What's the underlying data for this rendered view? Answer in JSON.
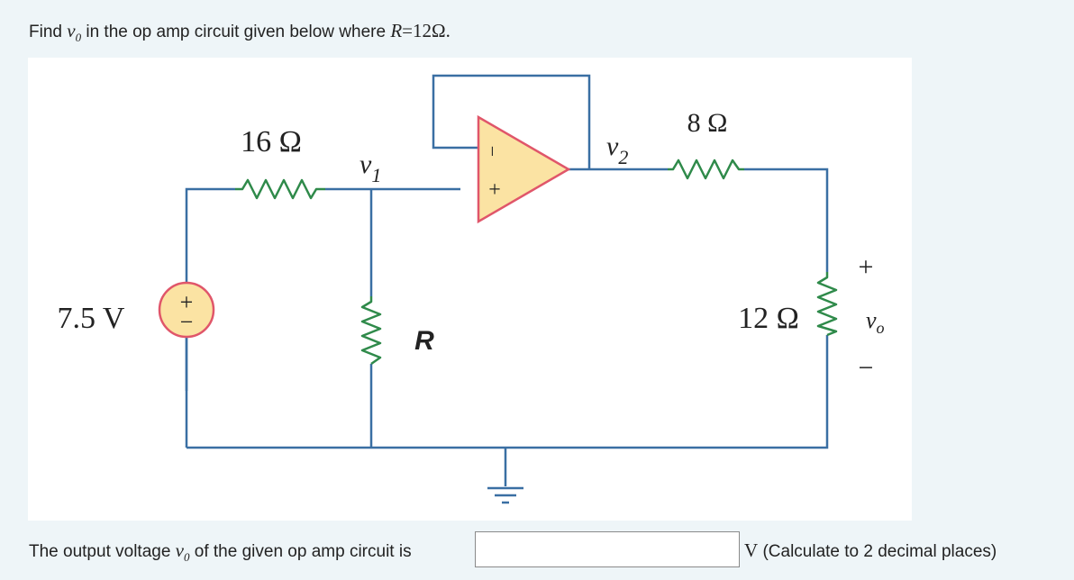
{
  "question": {
    "prefix": "Find",
    "var": "v",
    "var_sub": "0",
    "middle": "in the op amp circuit given below where",
    "r_var": "R",
    "r_val": "=12Ω."
  },
  "circuit": {
    "source_label": "7.5 V",
    "r16_label": "16 Ω",
    "r8_label": "8 Ω",
    "r12_label": "12 Ω",
    "r_label": "R",
    "v1_label": "v",
    "v1_sub": "1",
    "v2_label": "v",
    "v2_sub": "2",
    "vo_label": "v",
    "vo_sub": "o",
    "plus_sign": "+",
    "minus_sign": "−",
    "opamp_minus": "−",
    "opamp_plus": "+"
  },
  "answer": {
    "prefix": "The output voltage",
    "var": "v",
    "var_sub": "0",
    "middle": "of the given op amp circuit is",
    "input_value": "",
    "unit": "V",
    "suffix": "(Calculate to 2 decimal places)"
  },
  "colors": {
    "wire": "#3a6fa3",
    "resistor": "#2f8a4a",
    "opamp_fill": "#fbe3a3",
    "opamp_stroke": "#e0566a",
    "source_stroke": "#e0566a"
  }
}
